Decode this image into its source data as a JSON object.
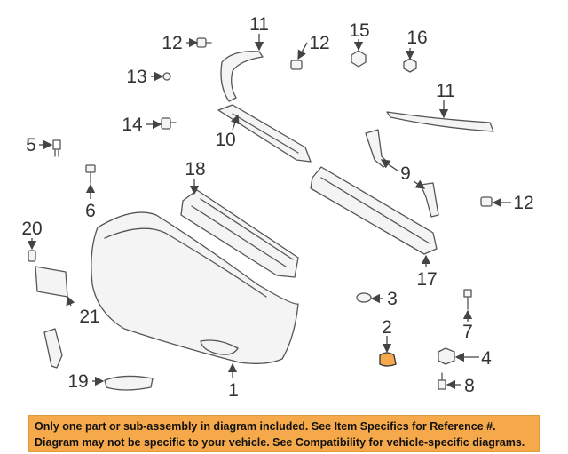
{
  "callouts": [
    "12",
    "11",
    "12",
    "15",
    "16",
    "13",
    "11",
    "14",
    "10",
    "5",
    "9",
    "6",
    "18",
    "12",
    "20",
    "17",
    "3",
    "21",
    "2",
    "7",
    "4",
    "19",
    "1",
    "8"
  ],
  "highlight_color": "#f5a94b",
  "disclaimer": {
    "line1": "Only one part or sub-assembly in diagram included. See Item Specifics for Reference #.",
    "line2": "Diagram may not be specific to your vehicle. See Compatibility for vehicle-specific diagrams."
  }
}
